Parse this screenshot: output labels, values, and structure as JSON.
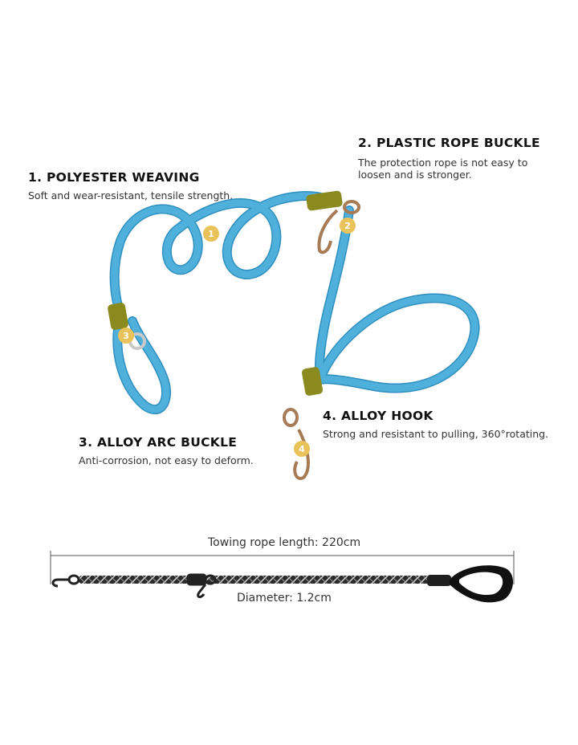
{
  "features": [
    {
      "number": "1",
      "title": "1. POLYESTER WEAVING",
      "description": "Soft and wear-resistant, tensile strength."
    },
    {
      "number": "2",
      "title": "2. PLASTIC ROPE BUCKLE",
      "description": "The protection rope is not easy to loosen and is stronger."
    },
    {
      "number": "3",
      "title": "3. ALLOY ARC BUCKLE",
      "description": "Anti-corrosion, not easy to deform."
    },
    {
      "number": "4",
      "title": "4. ALLOY HOOK",
      "description": "Strong and resistant to pulling, 360°rotating."
    }
  ],
  "measurements": {
    "length_label": "Towing rope length: 220cm",
    "diameter_label": "Diameter: 1.2cm"
  },
  "colors": {
    "rope": "#4fb0dc",
    "rope_shadow": "#2f8fc0",
    "buckle": "#8a8a1e",
    "badge": "#e9c25a",
    "metal": "#c9c9c9"
  }
}
